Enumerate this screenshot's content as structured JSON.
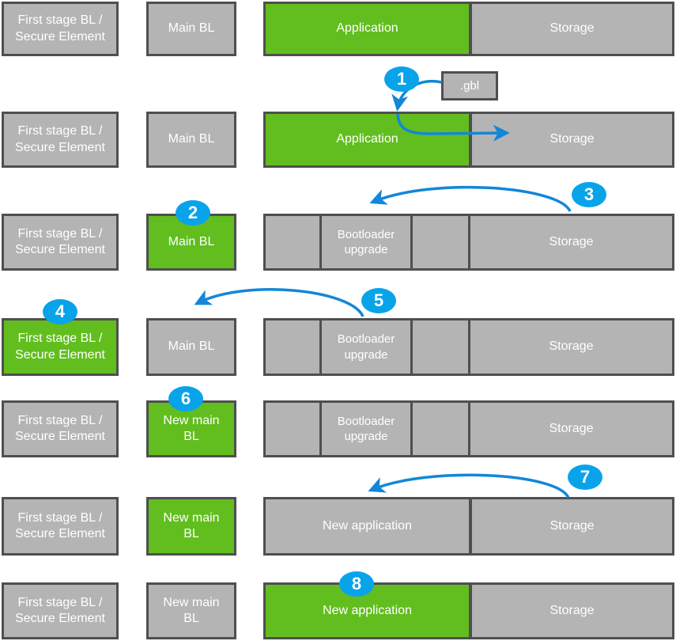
{
  "colors": {
    "box_gray": "#B4B4B4",
    "box_green": "#61BE1E",
    "box_border": "#4F4F4F",
    "badge_blue": "#09A3EA",
    "arrow_blue": "#1287D9",
    "box_text": "#FFFFFF",
    "background": "#FFFFFF"
  },
  "gbl_label": ".gbl",
  "badges": {
    "b1": "1",
    "b2": "2",
    "b3": "3",
    "b4": "4",
    "b5": "5",
    "b6": "6",
    "b7": "7",
    "b8": "8"
  },
  "rows": [
    {
      "first_stage": "First stage BL /\nSecure Element",
      "main_bl": "Main BL",
      "cells": [
        "Application",
        "Storage"
      ]
    },
    {
      "first_stage": "First stage BL /\nSecure Element",
      "main_bl": "Main BL",
      "cells": [
        "Application",
        "Storage"
      ]
    },
    {
      "first_stage": "First stage BL /\nSecure Element",
      "main_bl": "Main BL",
      "cells": [
        "",
        "Bootloader\nupgrade",
        "",
        "Storage"
      ]
    },
    {
      "first_stage": "First stage BL /\nSecure Element",
      "main_bl": "Main BL",
      "cells": [
        "",
        "Bootloader\nupgrade",
        "",
        "Storage"
      ]
    },
    {
      "first_stage": "First stage BL /\nSecure Element",
      "main_bl": "New main\nBL",
      "cells": [
        "",
        "Bootloader\nupgrade",
        "",
        "Storage"
      ]
    },
    {
      "first_stage": "First stage BL /\nSecure Element",
      "main_bl": "New main\nBL",
      "cells": [
        "New application",
        "Storage"
      ]
    },
    {
      "first_stage": "First stage BL /\nSecure Element",
      "main_bl": "New main\nBL",
      "cells": [
        "New application",
        "Storage"
      ]
    }
  ]
}
